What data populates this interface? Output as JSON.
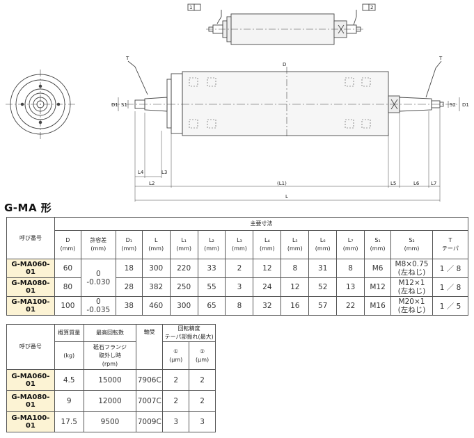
{
  "drawing": {
    "labels": {
      "mark1": "1",
      "mark2": "2",
      "d": "D",
      "d1_left": "D1",
      "s1_left": "S1",
      "s2_right": "S2",
      "d1_right": "D1",
      "t_left": "T",
      "t_right": "T",
      "l4": "L4",
      "l3": "L3",
      "l2": "L2",
      "l1": "(L1)",
      "l5": "L5",
      "l6": "L6",
      "l7": "L7",
      "l": "L"
    }
  },
  "model_title": "G-MA 形",
  "table1": {
    "group_header": "主要寸法",
    "call_name": "呼び番号",
    "columns": [
      {
        "l1": "D",
        "l2": "(mm)"
      },
      {
        "l1": "許容差",
        "l2": "(mm)"
      },
      {
        "l1": "D₁",
        "l2": "(mm)"
      },
      {
        "l1": "L",
        "l2": "(mm)"
      },
      {
        "l1": "L₁",
        "l2": "(mm)"
      },
      {
        "l1": "L₂",
        "l2": "(mm)"
      },
      {
        "l1": "L₃",
        "l2": "(mm)"
      },
      {
        "l1": "L₄",
        "l2": "(mm)"
      },
      {
        "l1": "L₅",
        "l2": "(mm)"
      },
      {
        "l1": "L₆",
        "l2": "(mm)"
      },
      {
        "l1": "L₇",
        "l2": "(mm)"
      },
      {
        "l1": "S₁",
        "l2": "(mm)"
      },
      {
        "l1": "S₂",
        "l2": "(mm)"
      },
      {
        "l1": "T",
        "l2": "テーパ"
      }
    ],
    "tol_a_top": "0",
    "tol_a_bottom": "-0.030",
    "tol_b_top": "0",
    "tol_b_bottom": "-0.035",
    "rows": [
      {
        "model": "G-MA060-01",
        "d": "60",
        "d1": "18",
        "l": "300",
        "l1": "220",
        "l2": "33",
        "l3": "2",
        "l4": "12",
        "l5": "8",
        "l6": "31",
        "l7": "8",
        "s1": "M6",
        "s2a": "M8×0.75",
        "s2b": "(左ねじ)",
        "t": "1 ／ 8"
      },
      {
        "model": "G-MA080-01",
        "d": "80",
        "d1": "28",
        "l": "382",
        "l1": "250",
        "l2": "55",
        "l3": "3",
        "l4": "24",
        "l5": "12",
        "l6": "52",
        "l7": "13",
        "s1": "M12",
        "s2a": "M12×1",
        "s2b": "(左ねじ)",
        "t": "1 ／ 8"
      },
      {
        "model": "G-MA100-01",
        "d": "100",
        "d1": "38",
        "l": "460",
        "l1": "300",
        "l2": "65",
        "l3": "8",
        "l4": "32",
        "l5": "16",
        "l6": "57",
        "l7": "22",
        "s1": "M16",
        "s2a": "M20×1",
        "s2b": "(左ねじ)",
        "t": "1 ／ 5"
      }
    ]
  },
  "table2": {
    "call_name": "呼び番号",
    "mass_h": "概算質量",
    "mass_unit": "(kg)",
    "speed_h": "最高回転数",
    "speed_sub1": "砥石フランジ",
    "speed_sub2": "取外し時",
    "speed_unit": "(rpm)",
    "bearing_h": "軸受",
    "acc_h1": "回転精度",
    "acc_h2": "テーパ部振れ(最大)",
    "acc1_mark": "①",
    "acc1_unit": "(μm)",
    "acc2_mark": "②",
    "acc2_unit": "(μm)",
    "rows": [
      {
        "model": "G-MA060-01",
        "mass": "4.5",
        "speed": "15000",
        "bearing": "7906C",
        "acc1": "2",
        "acc2": "2"
      },
      {
        "model": "G-MA080-01",
        "mass": "9",
        "speed": "12000",
        "bearing": "7007C",
        "acc1": "2",
        "acc2": "2"
      },
      {
        "model": "G-MA100-01",
        "mass": "17.5",
        "speed": "9500",
        "bearing": "7009C",
        "acc1": "3",
        "acc2": "3"
      }
    ]
  }
}
